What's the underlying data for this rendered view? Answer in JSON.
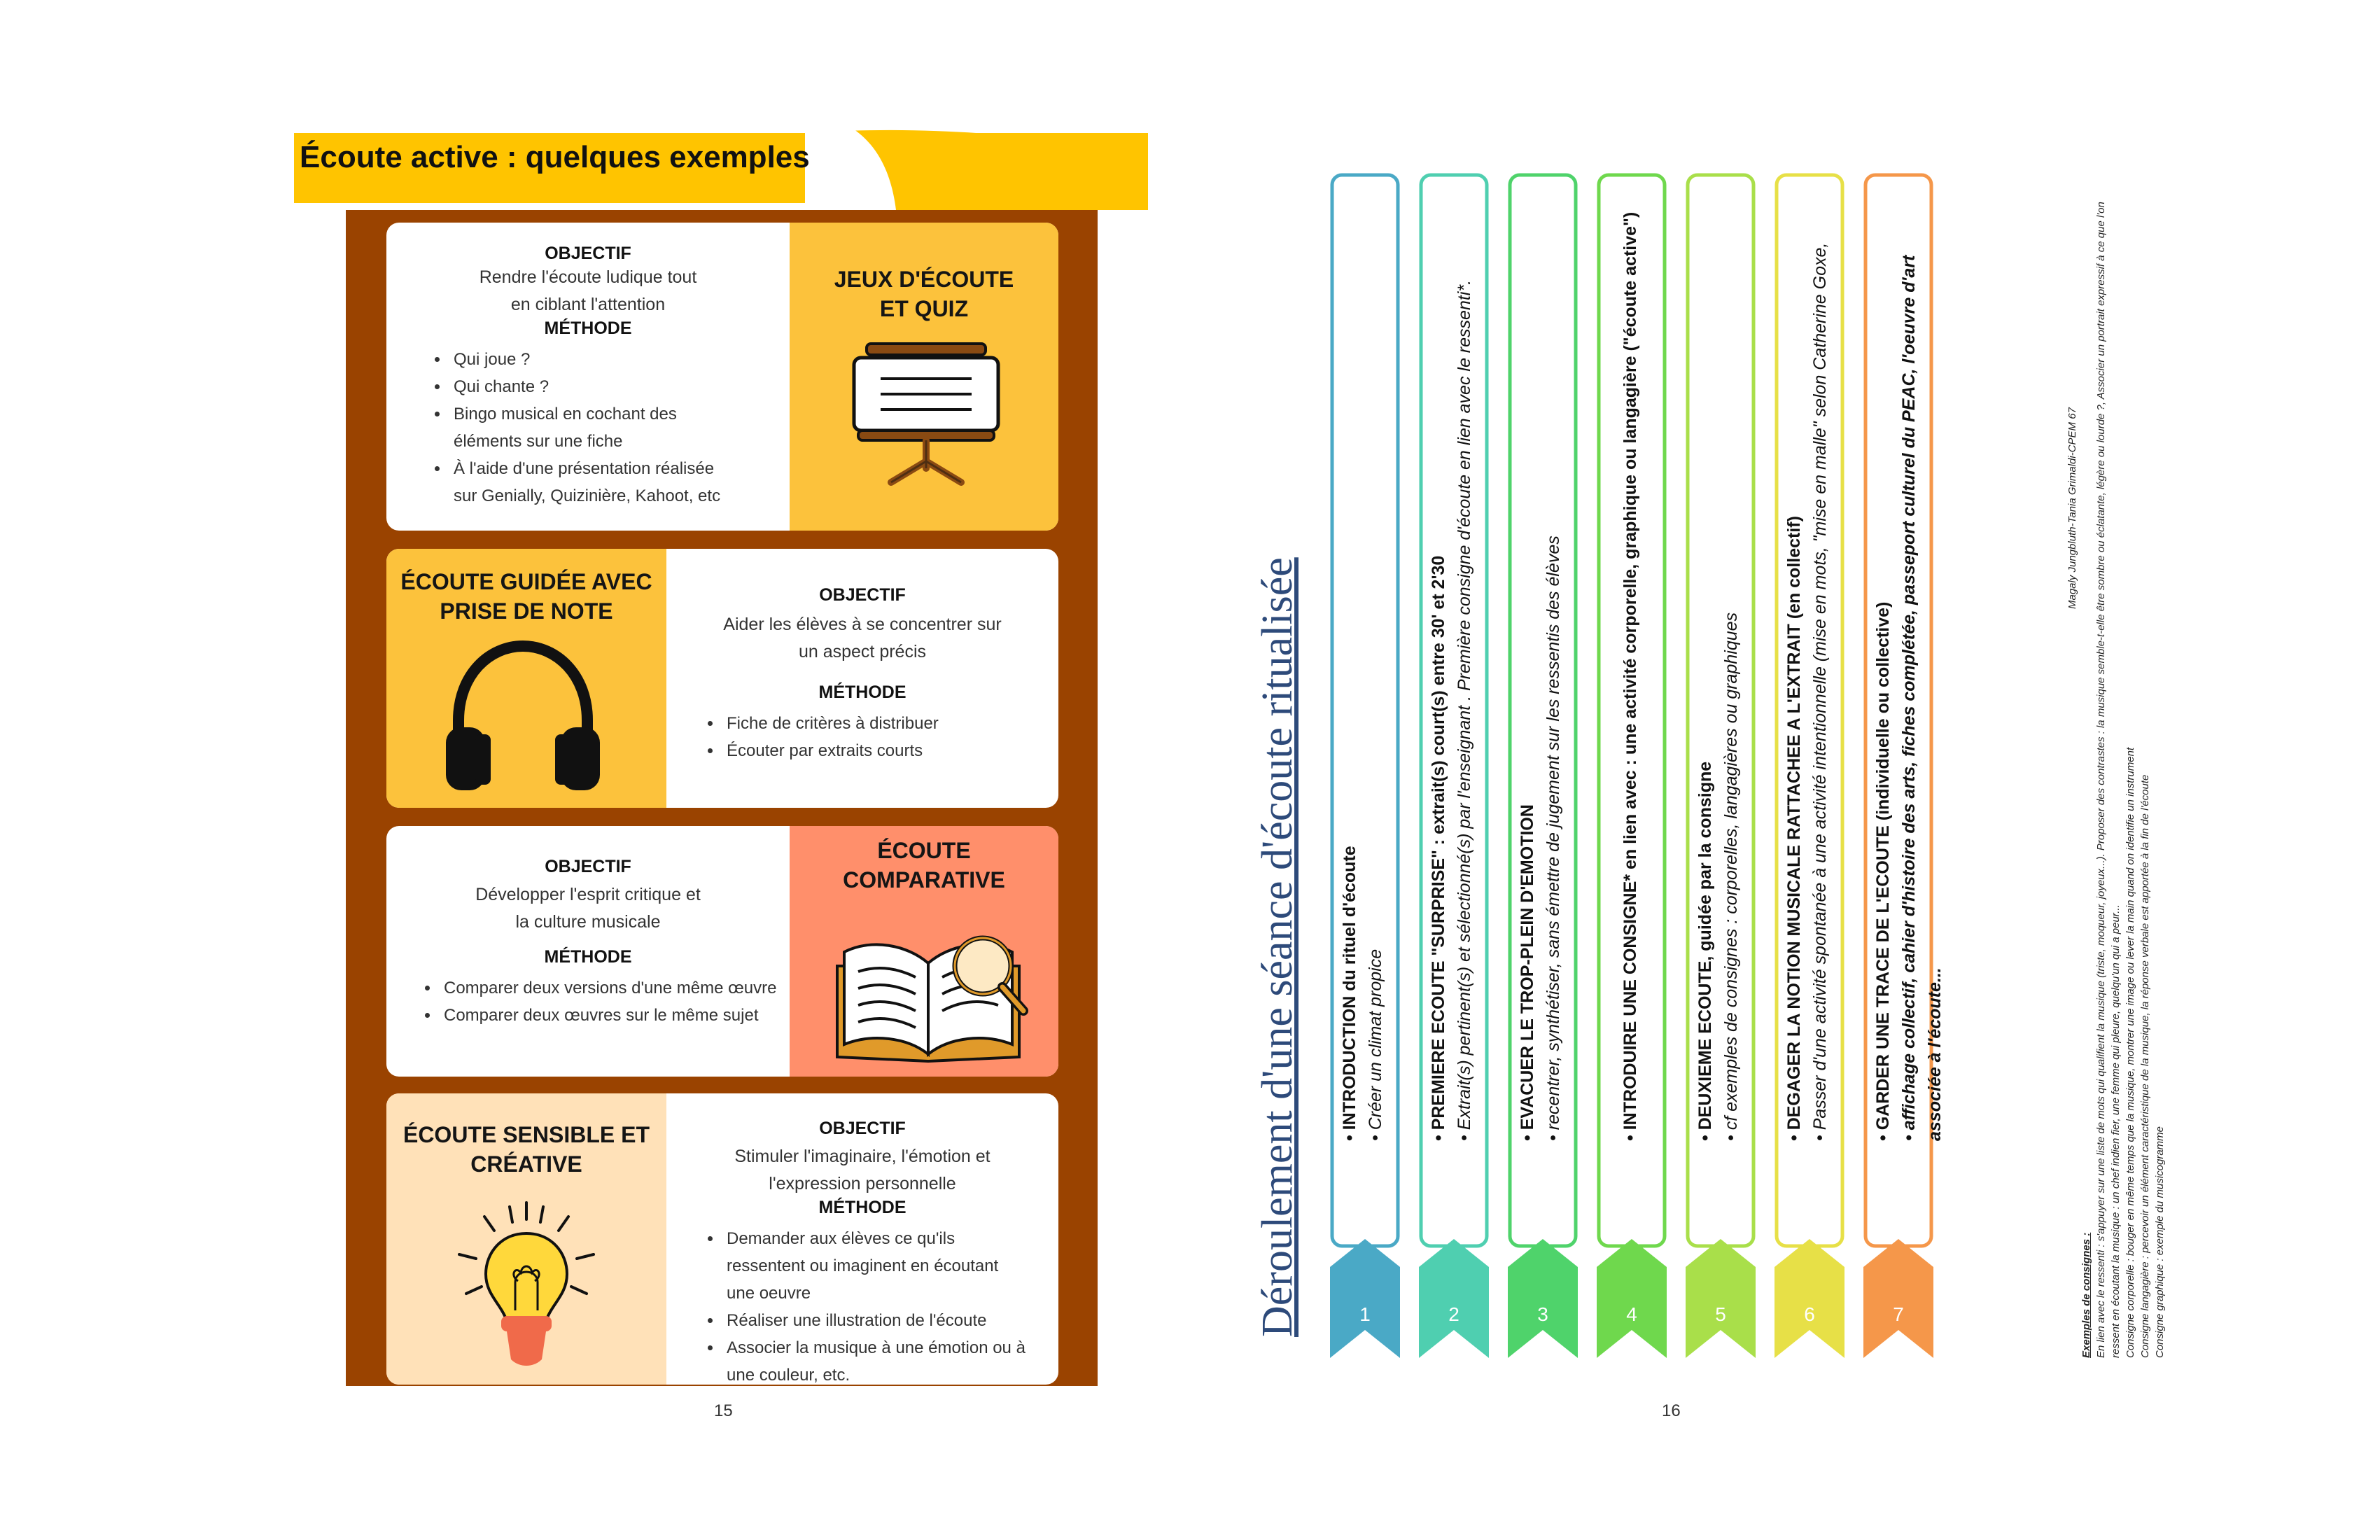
{
  "page15": {
    "title": "Écoute active : quelques exemples",
    "page_number": "15",
    "colors": {
      "band": "#ffc400",
      "panel": "#9a4300",
      "yellow": "#fcc23c",
      "salmon": "#ff8f6b",
      "peach": "#ffe1b8"
    },
    "cards": [
      {
        "title_line1": "JEUX D'ÉCOUTE",
        "title_line2": "ET QUIZ",
        "objective_label": "OBJECTIF",
        "objective_line1": "Rendre l'écoute ludique tout",
        "objective_line2": "en ciblant l'attention",
        "method_label": "MÉTHODE",
        "methods": [
          "Qui joue ?",
          "Qui chante ?",
          "Bingo musical en cochant des éléments sur une fiche",
          "À l'aide d'une présentation réalisée sur Genially, Quizinière, Kahoot, etc"
        ],
        "icon": "presentation-board-icon"
      },
      {
        "title_line1": "ÉCOUTE GUIDÉE AVEC",
        "title_line2": "PRISE DE NOTE",
        "objective_label": "OBJECTIF",
        "objective_line1": "Aider les élèves à se concentrer sur",
        "objective_line2": "un aspect précis",
        "method_label": "MÉTHODE",
        "methods": [
          "Fiche de critères à distribuer",
          "Écouter par extraits courts"
        ],
        "icon": "headphones-icon"
      },
      {
        "title_line1": "ÉCOUTE",
        "title_line2": "COMPARATIVE",
        "objective_label": "OBJECTIF",
        "objective_line1": "Développer l'esprit critique et",
        "objective_line2": "la culture musicale",
        "method_label": "MÉTHODE",
        "methods": [
          "Comparer deux versions d'une même œuvre",
          "Comparer deux œuvres sur le même sujet"
        ],
        "icon": "open-book-magnifier-icon"
      },
      {
        "title_line1": "ÉCOUTE SENSIBLE ET",
        "title_line2": "CRÉATIVE",
        "objective_label": "OBJECTIF",
        "objective_line1": "Stimuler l'imaginaire, l'émotion et",
        "objective_line2": "l'expression personnelle",
        "method_label": "MÉTHODE",
        "methods": [
          "Demander aux élèves ce qu'ils ressentent ou imaginent en écoutant une oeuvre",
          "Réaliser une illustration de l'écoute",
          "Associer la musique à une émotion ou à une couleur, etc."
        ],
        "icon": "lightbulb-icon"
      }
    ]
  },
  "page16": {
    "title": "Déroulement d'une séance d'écoute ritualisée",
    "page_number": "16",
    "steps": [
      {
        "num": "1",
        "color": "#4aa9c6",
        "title": "• INTRODUCTION du rituel d'écoute",
        "detail": "• Créer un climat propice"
      },
      {
        "num": "2",
        "color": "#4fcfb0",
        "title": "• PREMIERE ECOUTE \"SURPRISE\" : extrait(s) court(s) entre 30' et 2'30",
        "detail": "• Extrait(s) pertinent(s) et sélectionné(s) par l'enseignant . Première consigne d'écoute  en lien avec le ressenti*."
      },
      {
        "num": "3",
        "color": "#4fd36b",
        "title": "• EVACUER LE TROP-PLEIN D'EMOTION",
        "detail": "• recentrer, synthétiser, sans émettre de jugement sur les ressentis des élèves"
      },
      {
        "num": "4",
        "color": "#6fd84d",
        "title": "• INTRODUIRE UNE CONSIGNE* en lien avec : une activité corporelle, graphique ou langagière (\"écoute active\")",
        "detail": ""
      },
      {
        "num": "5",
        "color": "#a9df4a",
        "title": "• DEUXIEME ECOUTE, guidée par la consigne",
        "detail": "• cf exemples de consignes : corporelles, langagières ou graphiques"
      },
      {
        "num": "6",
        "color": "#e7e047",
        "title": "• DEGAGER LA NOTION MUSICALE RATTACHEE A L'EXTRAIT (en collectif)",
        "detail": "• Passer d'une activité spontanée à une activité intentionnelle (mise en mots, \"mise en malle\" selon Catherine Goxe,"
      },
      {
        "num": "7",
        "color": "#f5974a",
        "title": "• GARDER UNE TRACE DE L'ECOUTE (individuelle ou collective)",
        "detail": "• affichage collectif, cahier d'histoire des arts, fiches complétée, passeport culturel du PEAC, l'oeuvre d'art associée à l'écoute..."
      }
    ],
    "notes_title": "Exemples de consignes :",
    "notes": [
      "En lien avec le ressenti : s'appuyer sur une liste de mots qui qualifient la musique (triste, moqueur, joyeux...). Proposer des contrastes : la musique semble-t-elle être sombre ou éclatante, légère ou lourde ?, Associer un portrait expressif à ce que l'on ressent en écoutant la musique : un chef indien fier, une femme qui pleure, quelqu'un qui a peur...",
      "Consigne corporelle : bouger en même temps que la musique, montrer une image ou lever la main quand on identifie un instrument",
      "Consigne langagière : percevoir un élément caractéristique de la musique, la réponse verbale est apportée à la fin de l'écoute",
      "Consigne graphique : exemple du musicogramme"
    ],
    "credit": "Magaly Jungbluth-Tania Grimaldi-CPEM 67"
  }
}
